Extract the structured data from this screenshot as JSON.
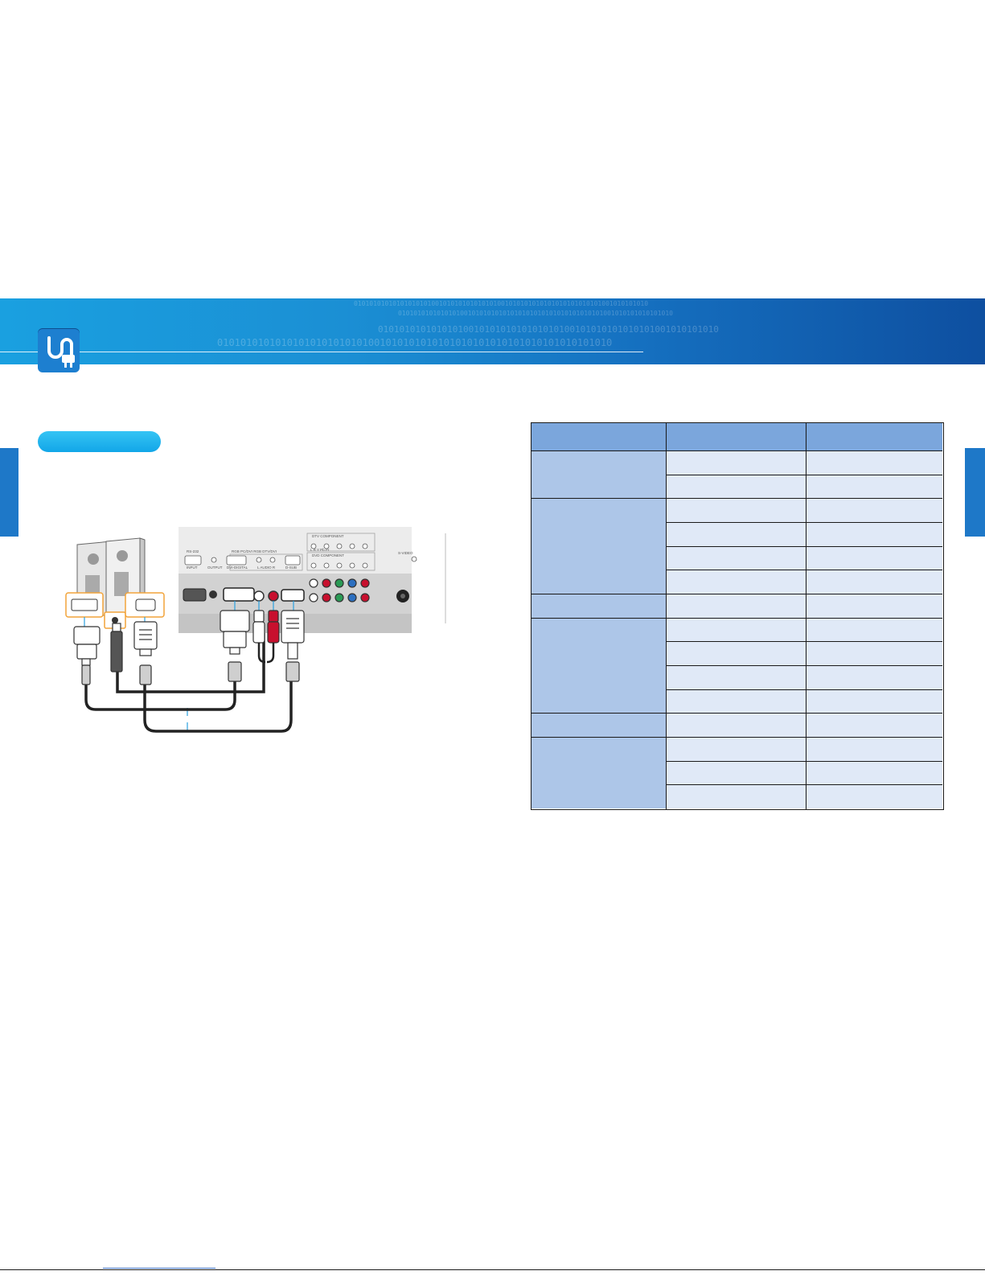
{
  "colors": {
    "banner_start": "#1aa0e0",
    "banner_end": "#0e4fa0",
    "accent": "#1e78c8",
    "pill": "#12a6e8",
    "table_header": "#7ba6dc",
    "table_group": "#adc6e8",
    "table_cell": "#e0e9f7",
    "connector_highlight": "#f2a43a",
    "cable_tag": "#2a9fe0"
  },
  "icons": {
    "logo": "plug-connection-icon",
    "computer": "desktop-computer-icon"
  },
  "banner": {
    "binary_rows": [
      "0101010101010101010100101010101010101001010101010101010101010101001010101010",
      "01010101010101010010101010101010101010101010101010101001010101010101010",
      "0101010101010101001010101010101010100101010101010101001010101010",
      "01010101010101010101010101001010101010101010101010101010101010101010"
    ]
  },
  "diagram": {
    "panel_labels": {
      "rs232": "RS-232",
      "input": "INPUT",
      "output": "OUTPUT",
      "pc_group": "RGB PC/DVI   RGB DTV/DVI",
      "dvi_digital": "DVI-DIGITAL",
      "audio": "L  AUDIO  R",
      "dsub": "D-SUB",
      "dtv_component": "DTV COMPONENT",
      "dvd_component": "DVD COMPONENT",
      "component_ports": "L   R   Y   Pb   Pr",
      "svideo": "S-VIDEO"
    }
  },
  "table": {
    "header": [
      "",
      "",
      ""
    ],
    "groups": [
      {
        "label": "",
        "rows": 2
      },
      {
        "label": "",
        "rows": 4
      },
      {
        "label": "",
        "rows": 1
      },
      {
        "label": "",
        "rows": 4
      },
      {
        "label": "",
        "rows": 1
      },
      {
        "label": "",
        "rows": 3
      }
    ]
  }
}
